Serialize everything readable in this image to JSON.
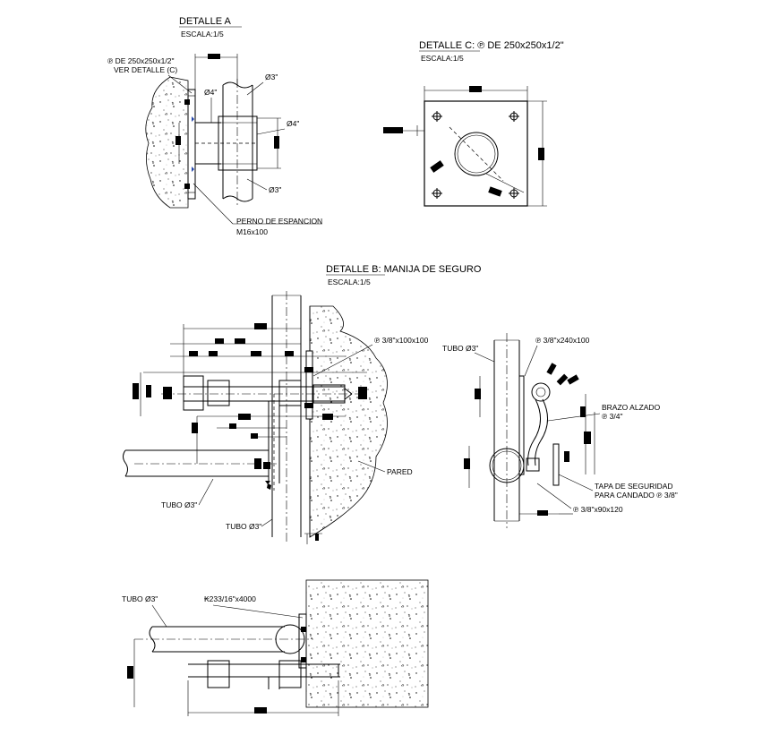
{
  "detalle_a": {
    "title": "DETALLE   A",
    "scale": "ESCALA:1/5",
    "plate_label_1": "℗ DE 250x250x1/2\"",
    "plate_label_2": "VER DETALLE (C)",
    "dia_4_a": "Ø4\"",
    "dia_3_top": "Ø3\"",
    "dia_4_b": "Ø4\"",
    "dia_3_bottom": "Ø3\"",
    "bolt_label_1": "PERNO DE ESPANCION",
    "bolt_label_2": "M16x100"
  },
  "detalle_c": {
    "title": "DETALLE C: ℗ DE 250x250x1/2\"",
    "scale": "ESCALA:1/5"
  },
  "detalle_b": {
    "title": "DETALLE B: MANIJA DE SEGURO",
    "scale": "ESCALA:1/5",
    "plate_100": "℗ 3/8\"x100x100",
    "pared": "PARED",
    "tubo_left": "TUBO Ø3\"",
    "tubo_center": "TUBO Ø3\"",
    "side_tubo": "TUBO Ø3\"",
    "side_plate_240": "℗ 3/8\"x240x100",
    "brazo_1": "BRAZO ALZADO",
    "brazo_2": "℗ 3/4\"",
    "tapa_1": "TAPA DE SEGURIDAD",
    "tapa_2": "PARA CANDADO ℗ 3/8\"",
    "side_plate_90": "℗ 3/8\"x90x120"
  },
  "detalle_d": {
    "tubo": "TUBO Ø3\"",
    "bar": "₭233/16\"x4000"
  }
}
